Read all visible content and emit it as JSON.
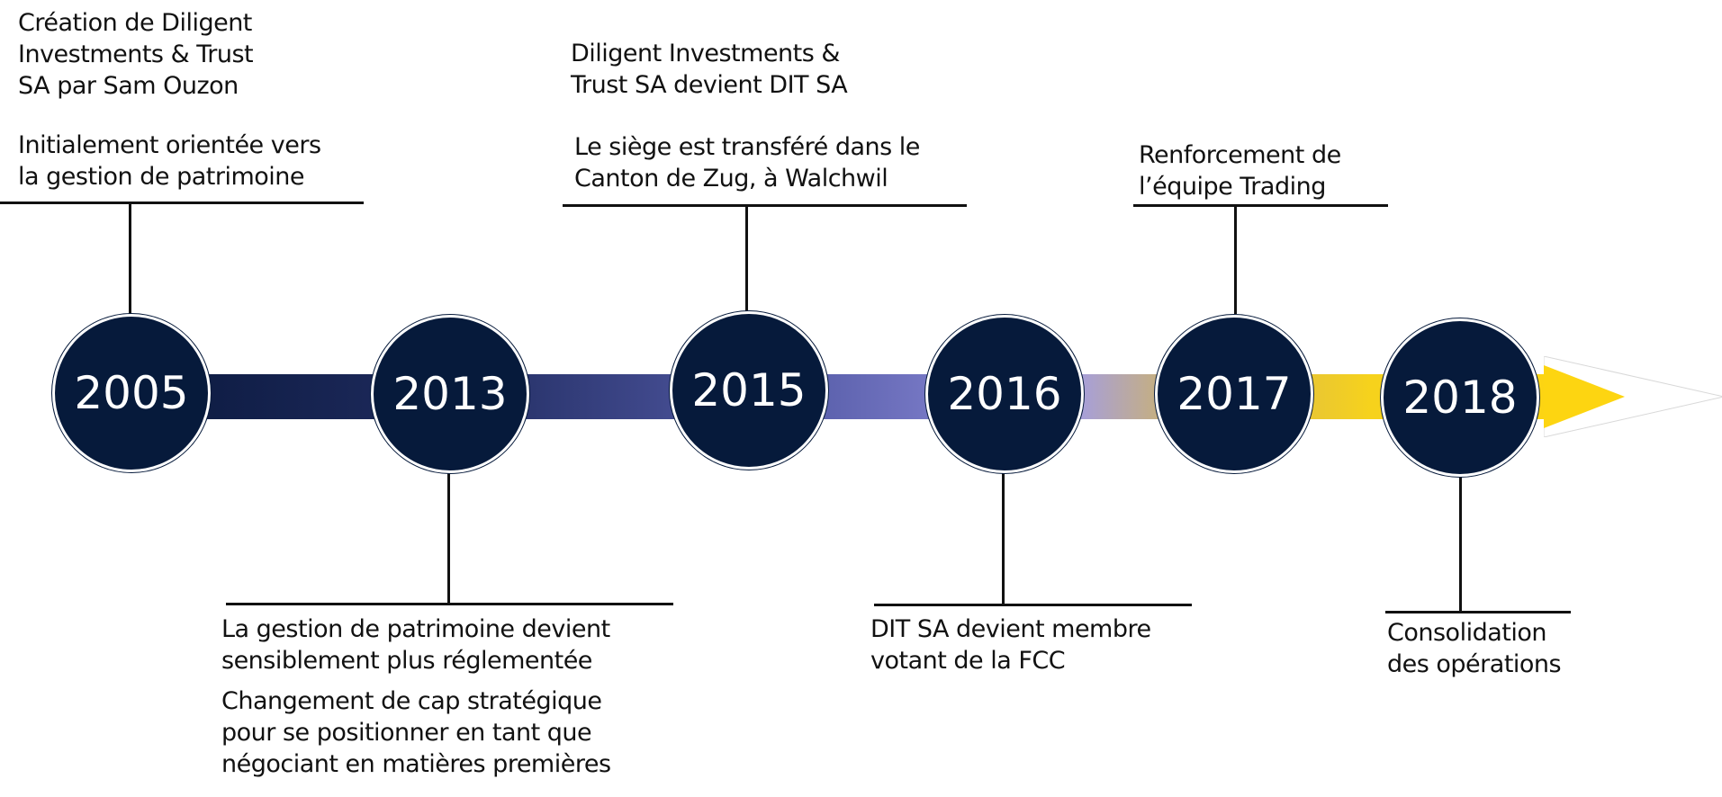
{
  "colors": {
    "circle_fill": "#061a3b",
    "line": "#111111",
    "gradient_start": "#0f1d45",
    "gradient_mid": "#7f7fcc",
    "gradient_end": "#fdd511"
  },
  "milestones": [
    {
      "year": "2005",
      "above": [
        "Création de Diligent\nInvestments  & Trust\nSA par Sam Ouzon",
        "Initialement orientée vers\nla gestion de patrimoine"
      ]
    },
    {
      "year": "2013",
      "below": [
        "La gestion de patrimoine devient\nsensiblement plus réglementée",
        "Changement de cap stratégique\npour se positionner en tant que\nnégociant en matières premières"
      ]
    },
    {
      "year": "2015",
      "above": [
        "Diligent Investments  &\nTrust SA devient DIT SA",
        "Le siège est transféré dans le\nCanton de Zug, à Walchwil"
      ]
    },
    {
      "year": "2016",
      "below": [
        "DIT SA devient membre\nvotant  de la FCC"
      ]
    },
    {
      "year": "2017",
      "above": [
        "Renforcement de\nl’équipe Trading"
      ]
    },
    {
      "year": "2018",
      "below": [
        "Consolidation\ndes opérations"
      ]
    }
  ]
}
